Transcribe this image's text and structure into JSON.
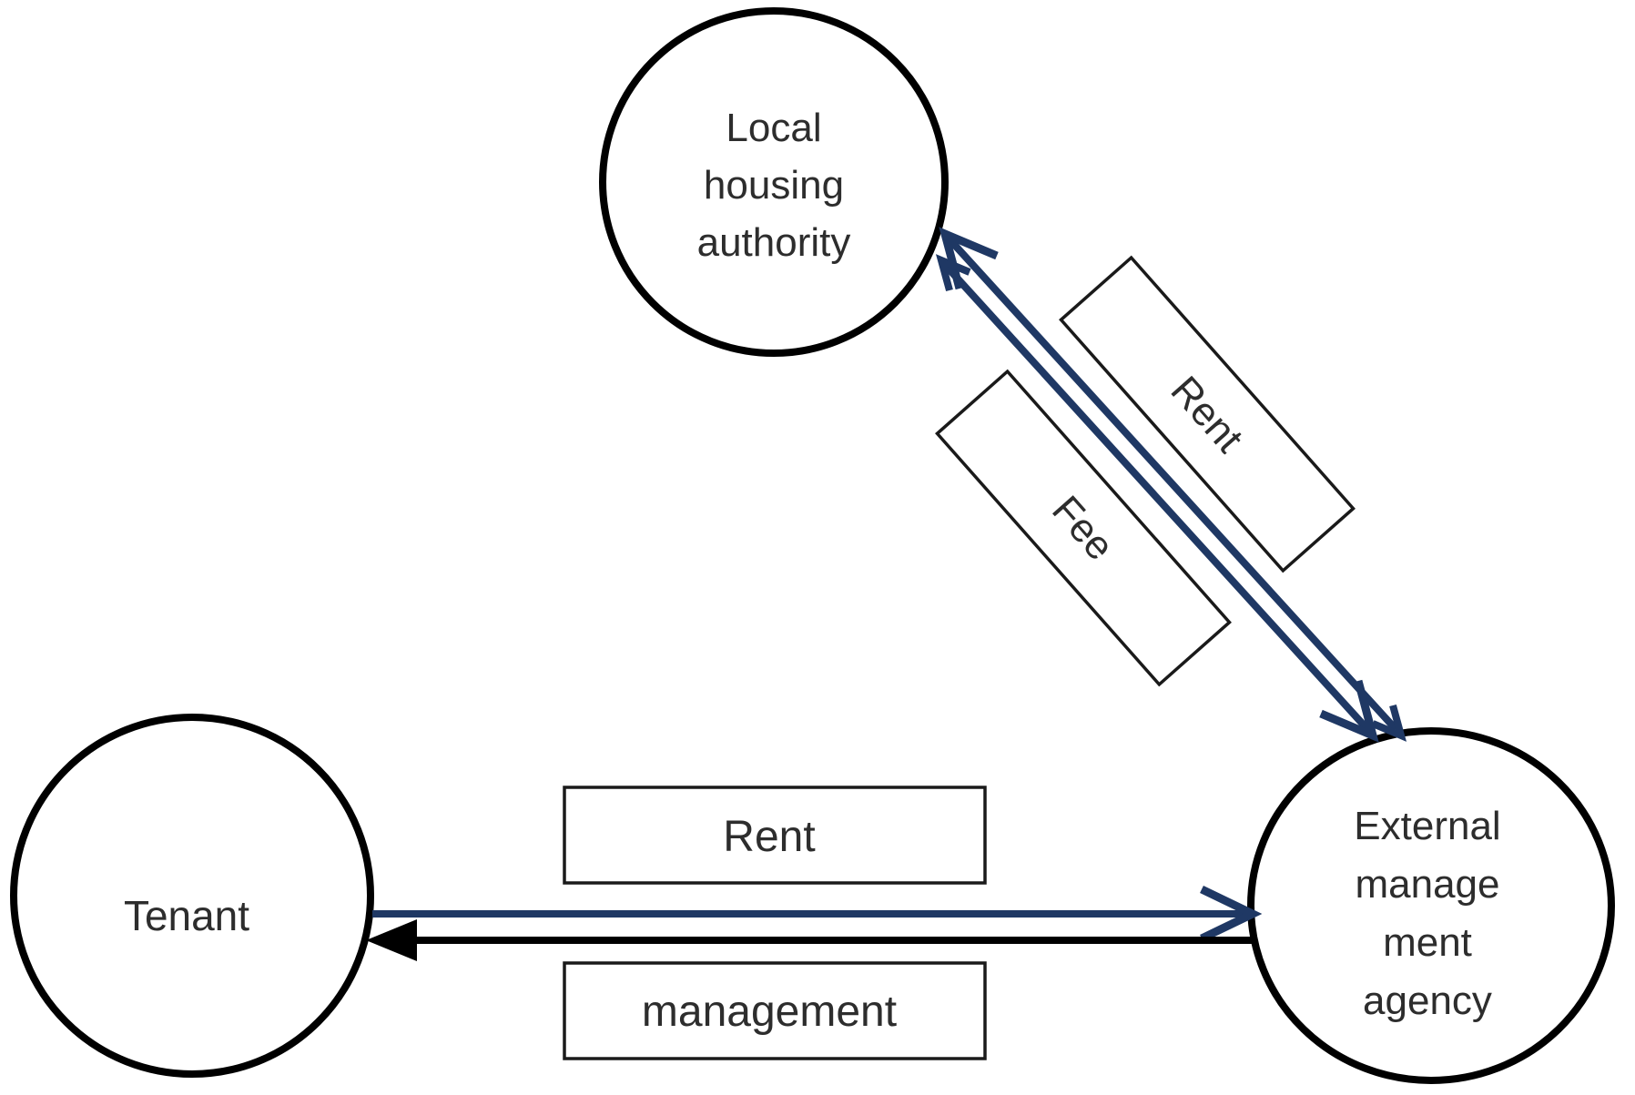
{
  "colors": {
    "background": "#ffffff",
    "navy_arrow": "#1f3864",
    "black_line": "#000000",
    "text": "#2d2d2d"
  },
  "nodes": {
    "authority": {
      "lines": [
        "Local",
        "housing",
        "authority"
      ]
    },
    "tenant": {
      "lines": [
        "Tenant"
      ]
    },
    "agency": {
      "lines": [
        "External",
        "manage",
        "ment",
        "agency"
      ]
    }
  },
  "edge_labels": {
    "diagonal_rent": "Rent",
    "diagonal_fee": "Fee",
    "horizontal_rent": "Rent",
    "horizontal_management": "management"
  }
}
